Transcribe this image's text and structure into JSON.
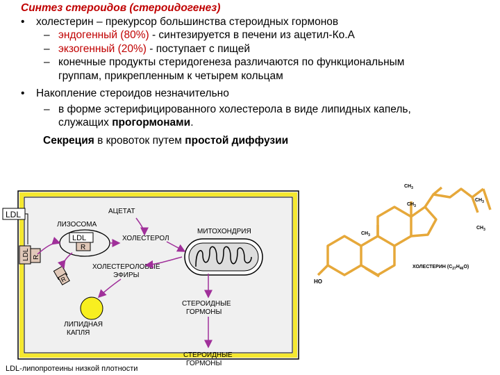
{
  "slide": {
    "title": "Синтез стероидов (стероидогенез)",
    "bullet1": "холестерин – прекурсор большинства стероидных гормонов",
    "sub1": "эндогенный (80%)",
    "sub1_rest": " - синтезируется в печени из ацетил-Ко.А",
    "sub2": "экзогенный (20%)",
    "sub2_rest": " - поступает с пищей",
    "sub3_line1": "конечные продукты стеридогенеза  различаются по функциональным",
    "sub3_line2": "группам, прикрепленным к четырем кольцам",
    "bullet2": "Накопление стероидов незначительно",
    "sub4_line1": "в форме эстерифицированного холестерола в виде липидных капель,",
    "sub4_line2_a": "служащих ",
    "sub4_line2_b": "прогормонами",
    "sub4_line2_c": ".",
    "secretion_a": "Секреция",
    "secretion_b": " в кровоток путем ",
    "secretion_c": "простой диффузии"
  },
  "cell_diagram": {
    "ldl_top": "LDL",
    "ldl_r_left": "LDL",
    "r_left": "R",
    "lysosome": "ЛИЗОСОМА",
    "ldl_inner": "LDL",
    "r_inner": "R",
    "acetate": "АЦЕТАТ",
    "cholesterol": "ХОЛЕСТЕРОЛ",
    "mitochondria": "МИТОХОНДРИЯ",
    "r_small": "R",
    "esters_1": "ХОЛЕСТЕРОЛОВЫЕ",
    "esters_2": "ЭФИРЫ",
    "steroid_in_1": "СТЕРОИДНЫЕ",
    "steroid_in_2": "ГОРМОНЫ",
    "lipid_1": "ЛИПИДНАЯ",
    "lipid_2": "КАПЛЯ",
    "steroid_out_1": "СТЕРОИДНЫЕ",
    "steroid_out_2": "ГОРМОНЫ",
    "legend": "LDL-липопротеины низкой плотности"
  },
  "molecule": {
    "ch3_a": "CH",
    "ch3_b": "CH",
    "ch3_c": "CH",
    "ch3_d": "CH",
    "ch3_e": "CH",
    "sub3": "3",
    "ho": "HO",
    "name": "ХОЛЕСТЕРИН (C",
    "f1": "27",
    "fh": "H",
    "f2": "46",
    "fo": "O)"
  },
  "colors": {
    "red": "#c00000",
    "cell_border": "#f5e830",
    "cell_fill": "#f0f0f0",
    "arrow": "#a0309a",
    "lipid": "#f8ef20",
    "molecule": "#e6a83a"
  }
}
